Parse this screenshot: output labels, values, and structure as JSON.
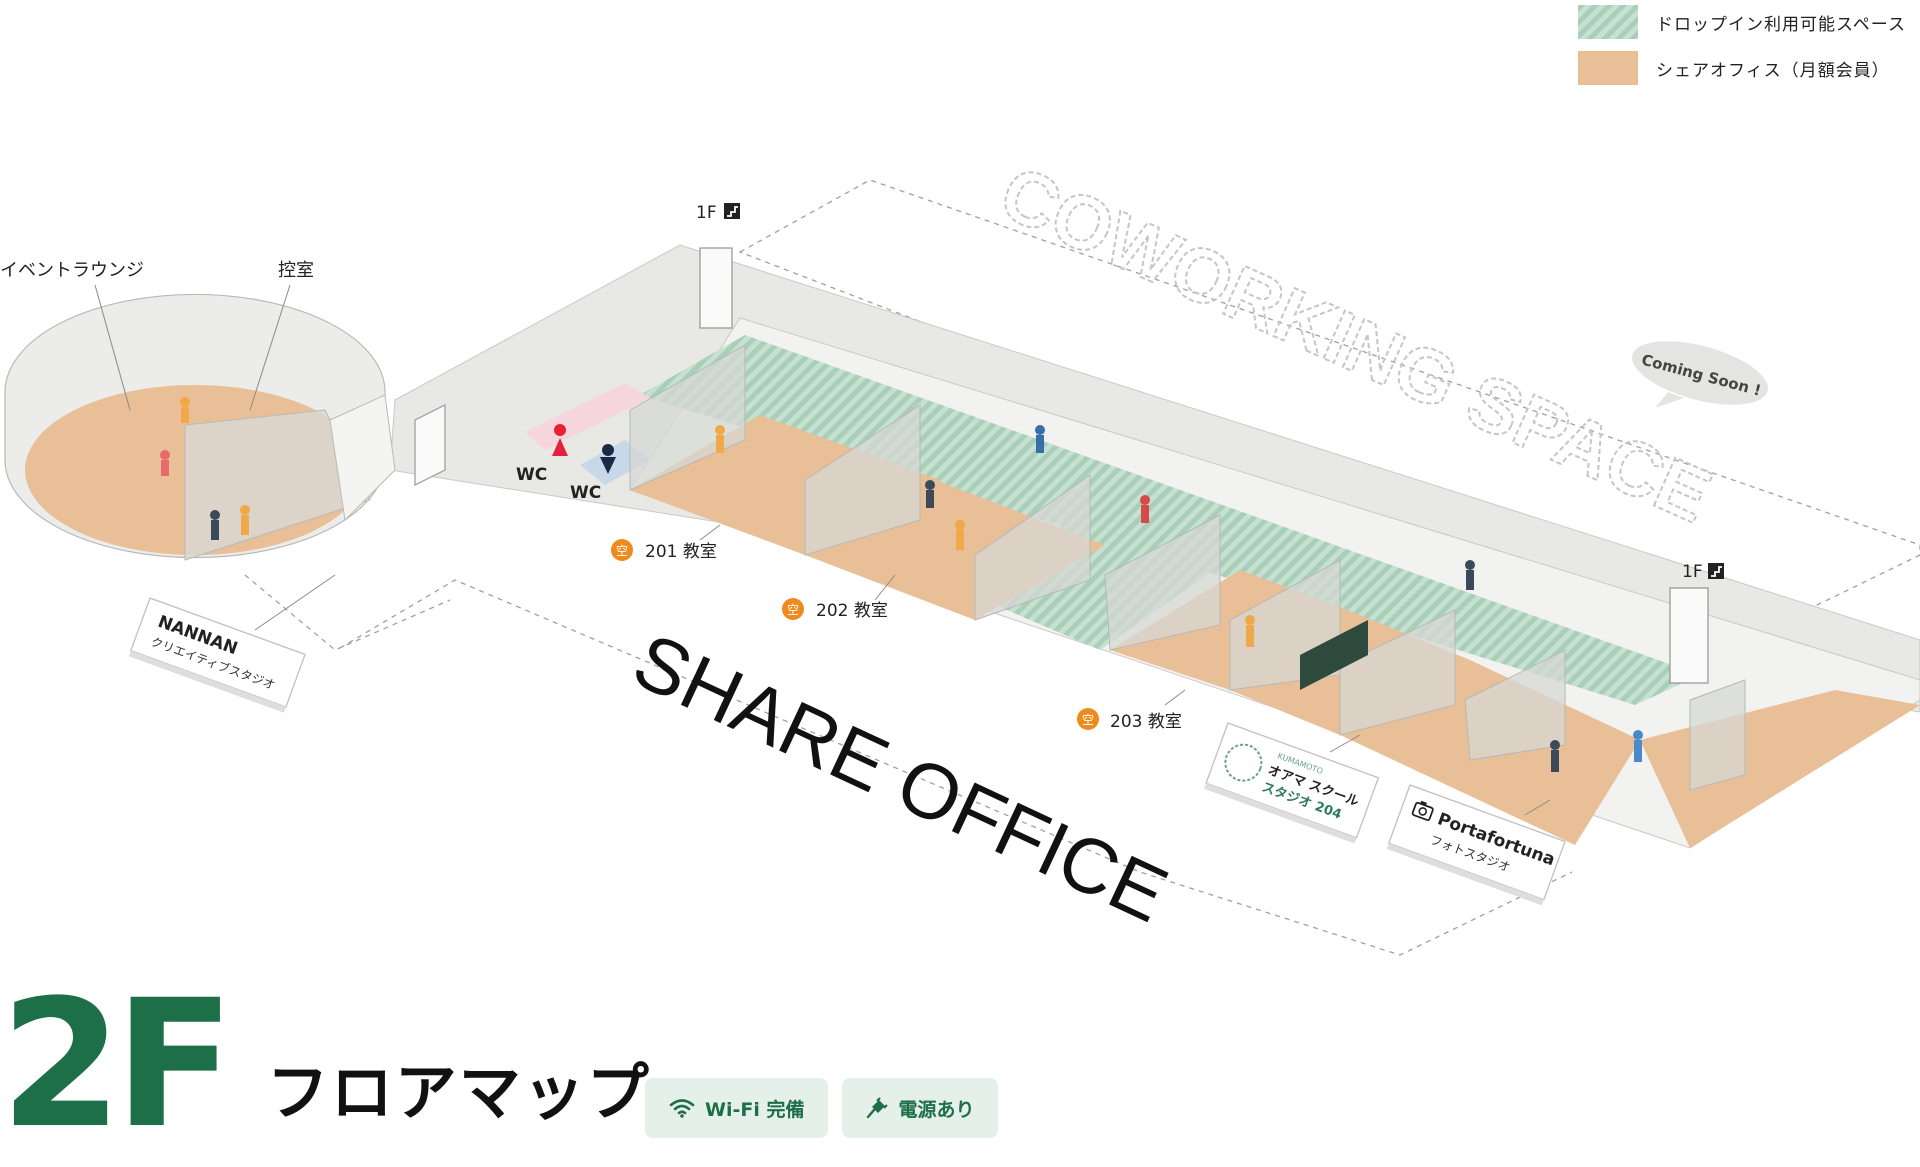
{
  "legend": {
    "items": [
      {
        "label": "ドロップイン利用可能スペース",
        "color": "#a9cfb9"
      },
      {
        "label": "シェアオフィス（月額会員）",
        "color": "#e9bf98"
      }
    ]
  },
  "map": {
    "coworking_title": "COWORKING SPACE",
    "coming_soon": "Coming Soon !",
    "share_office_title": "SHARE OFFICE",
    "stairs_left": "1F",
    "stairs_right": "1F",
    "event_lounge": "イベントラウンジ",
    "green_room": "控室",
    "wc_women": "WC",
    "wc_men": "WC",
    "vacancy_badge": "空",
    "rooms": [
      {
        "name": "201 教室"
      },
      {
        "name": "202 教室"
      },
      {
        "name": "203 教室"
      }
    ],
    "signs": {
      "nannan_title": "NANNAN",
      "nannan_sub": "クリエイティブスタジオ",
      "school_small": "KUMAMOTO",
      "school_line1": "オアマ スクール",
      "school_line2": "スタジオ 204",
      "photo_title": "Portafortuna",
      "photo_sub": "フォトスタジオ"
    }
  },
  "heading": {
    "floor": "2F",
    "title": "フロアマップ"
  },
  "features": [
    {
      "label": "Wi-Fi 完備",
      "icon": "wifi-icon"
    },
    {
      "label": "電源あり",
      "icon": "plug-icon"
    }
  ],
  "colors": {
    "brand_green": "#1c6f46",
    "drop_in_green": "#a9cfb9",
    "share_office_peach": "#e9bf98",
    "vacancy_orange": "#ef8a1e",
    "wc_women_red": "#e6223a",
    "wc_men_navy": "#1a2a44"
  }
}
